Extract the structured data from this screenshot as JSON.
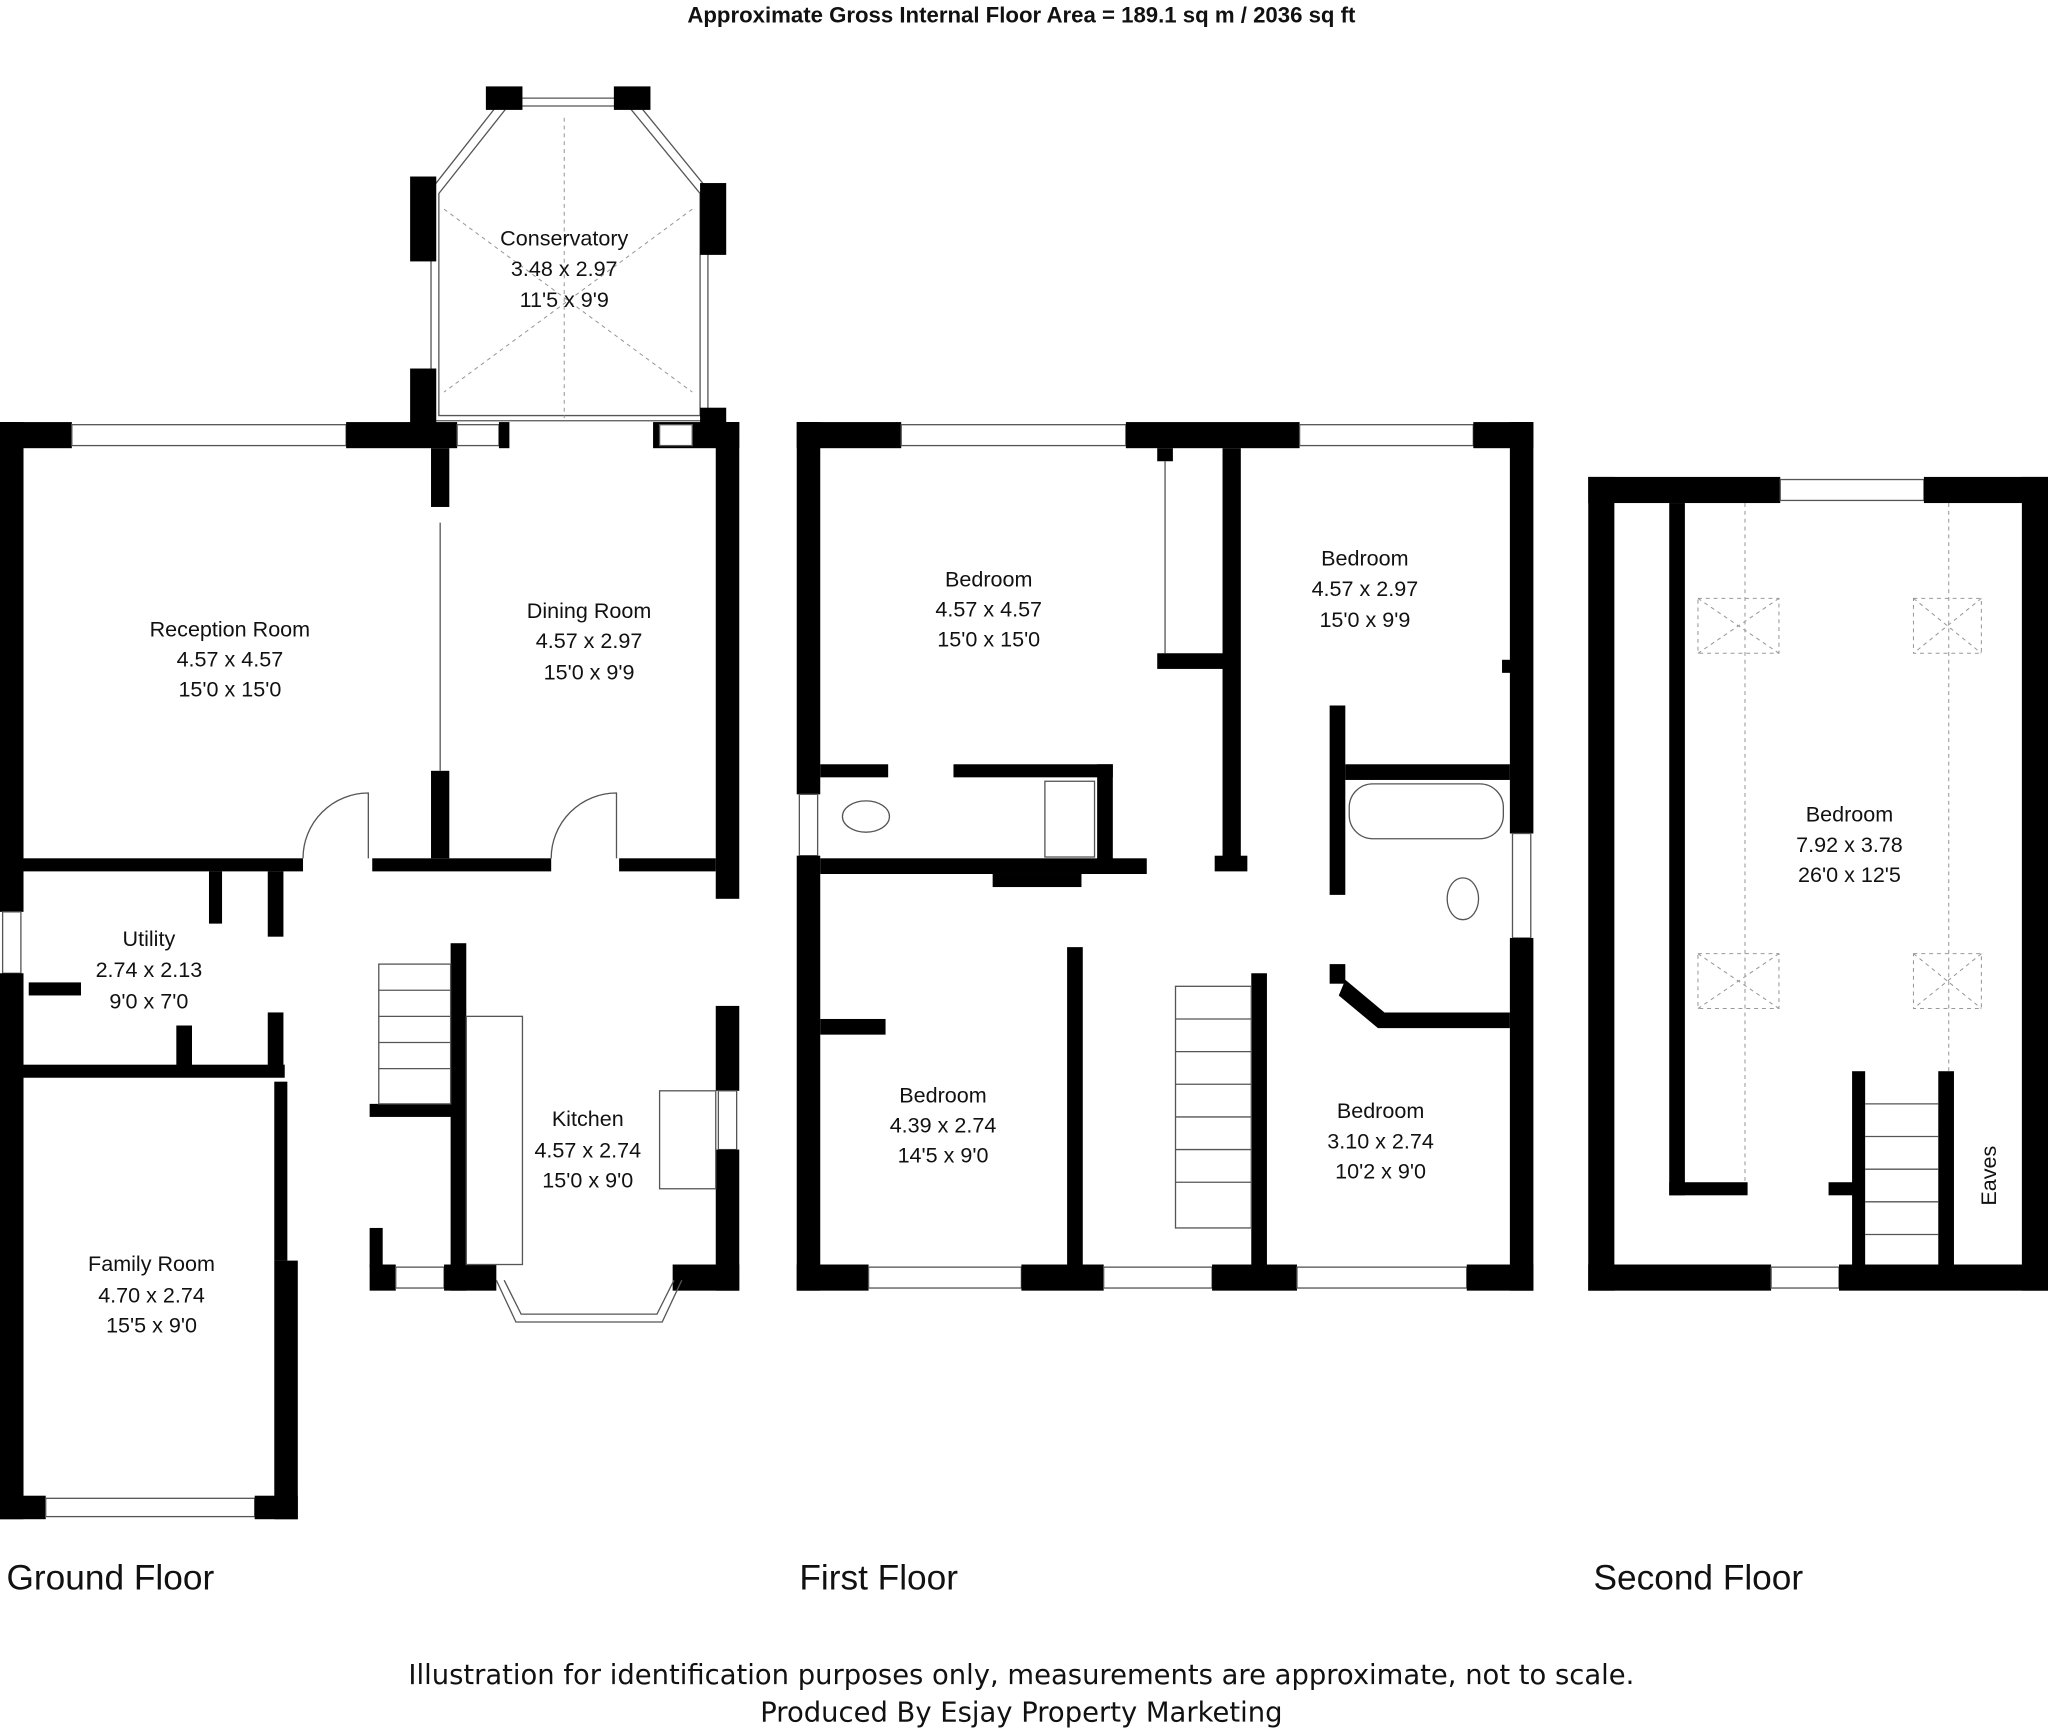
{
  "title": "Approximate Gross Internal Floor Area = 189.1 sq m / 2036 sq ft",
  "floors": {
    "ground": {
      "label": "Ground Floor",
      "rooms": [
        {
          "name": "Conservatory",
          "metric": "3.48 x 2.97",
          "imperial": "11'5 x 9'9"
        },
        {
          "name": "Reception Room",
          "metric": "4.57 x 4.57",
          "imperial": "15'0 x 15'0"
        },
        {
          "name": "Dining Room",
          "metric": "4.57 x 2.97",
          "imperial": "15'0 x 9'9"
        },
        {
          "name": "Utility",
          "metric": "2.74 x 2.13",
          "imperial": "9'0 x 7'0"
        },
        {
          "name": "Kitchen",
          "metric": "4.57 x 2.74",
          "imperial": "15'0 x 9'0"
        },
        {
          "name": "Family Room",
          "metric": "4.70 x 2.74",
          "imperial": "15'5 x 9'0"
        }
      ]
    },
    "first": {
      "label": "First Floor",
      "rooms": [
        {
          "name": "Bedroom",
          "metric": "4.57 x 4.57",
          "imperial": "15'0 x 15'0"
        },
        {
          "name": "Bedroom",
          "metric": "4.57 x 2.97",
          "imperial": "15'0 x 9'9"
        },
        {
          "name": "Bedroom",
          "metric": "4.39 x 2.74",
          "imperial": "14'5 x 9'0"
        },
        {
          "name": "Bedroom",
          "metric": "3.10 x 2.74",
          "imperial": "10'2 x 9'0"
        }
      ]
    },
    "second": {
      "label": "Second Floor",
      "rooms": [
        {
          "name": "Bedroom",
          "metric": "7.92 x 3.78",
          "imperial": "26'0 x 12'5"
        }
      ],
      "eaves": "Eaves"
    }
  },
  "footer": {
    "disclaimer": "Illustration for identification purposes only, measurements are approximate, not to scale.",
    "producer": "Produced By Esjay Property Marketing"
  }
}
